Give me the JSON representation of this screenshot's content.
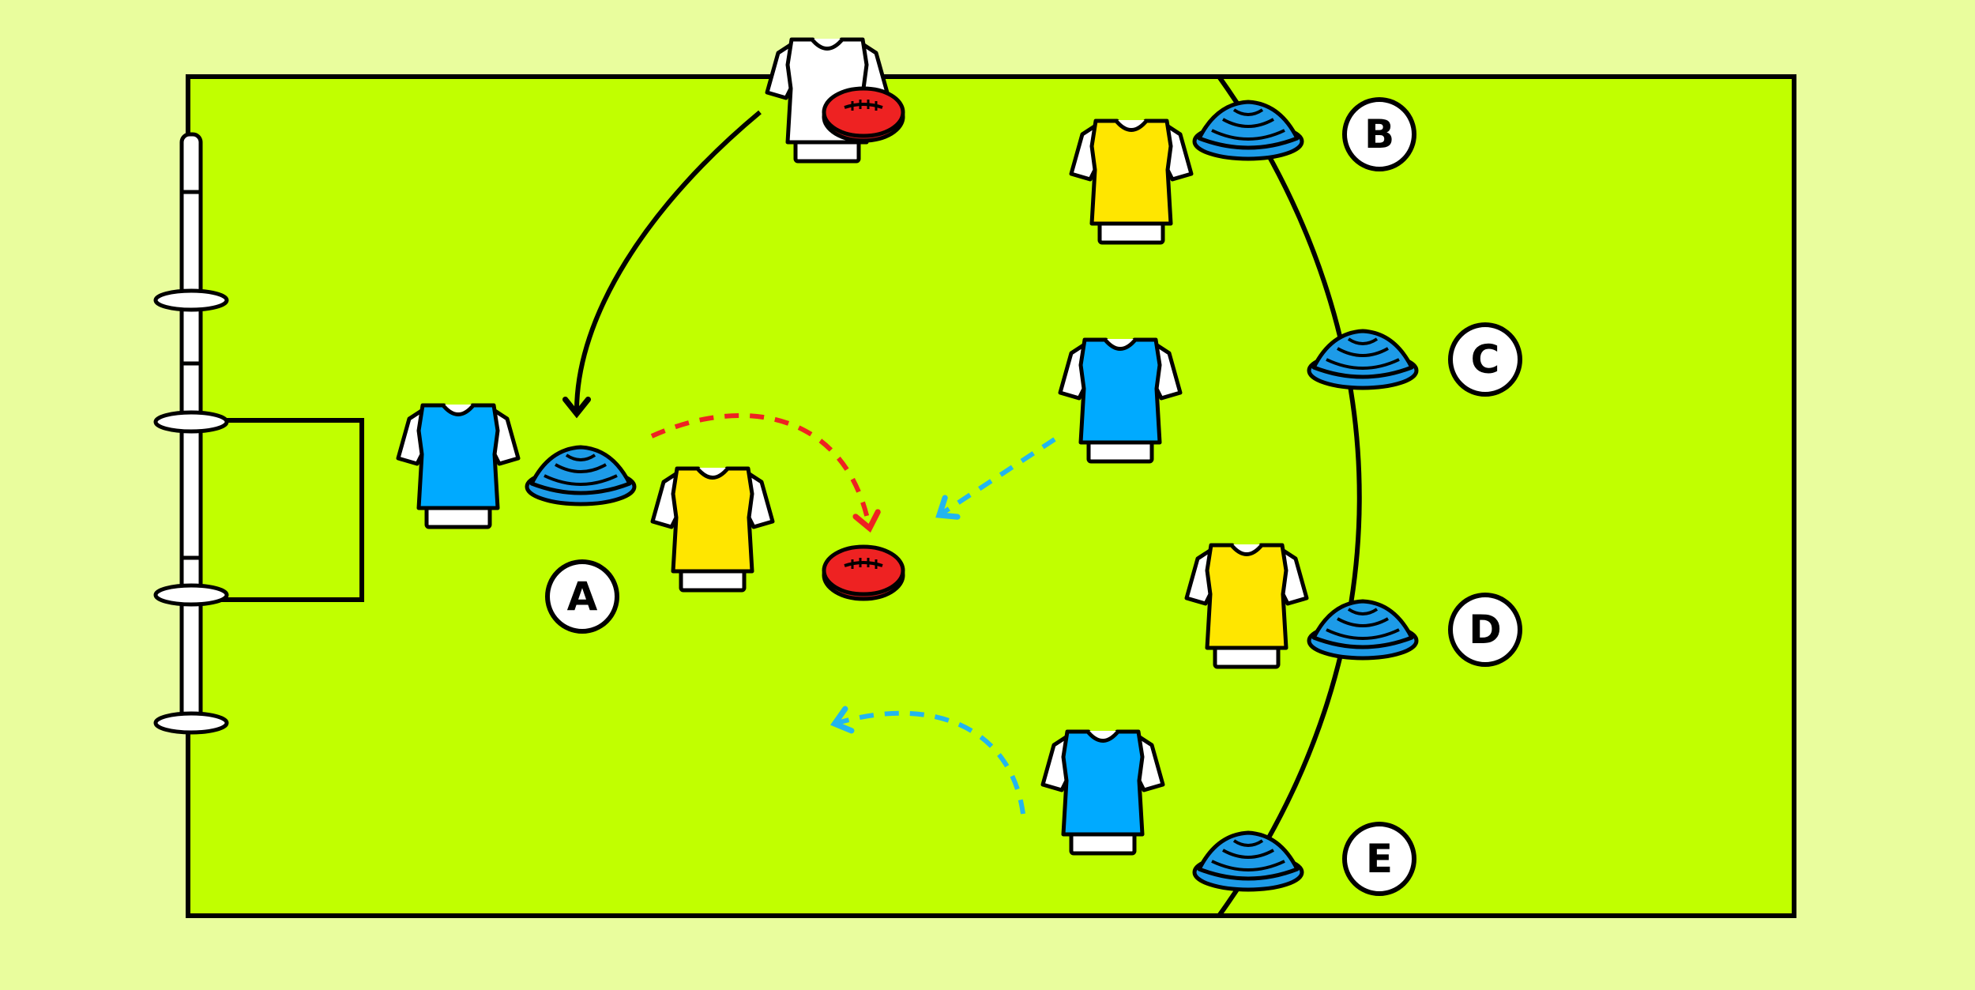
{
  "colors": {
    "background": "#e9fd9d",
    "field": "#c1ff00",
    "line": "#000000",
    "blue_team": "#00aaff",
    "yellow_team": "#ffe600",
    "neutral_player": "#ffffff",
    "cone": "#1d9be8",
    "ball": "#ee2222",
    "kick_path": "#ee2222",
    "run_path": "#22b5ef"
  },
  "markers": {
    "a": "A",
    "b": "B",
    "c": "C",
    "d": "D",
    "e": "E"
  },
  "icons": {
    "goal_posts": "goal-posts-icon",
    "player_bib": "player-bib-icon",
    "cone": "cone-icon",
    "football": "football-icon"
  }
}
